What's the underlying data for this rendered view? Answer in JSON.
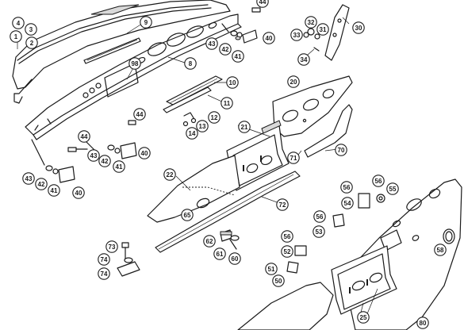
{
  "diagram": {
    "type": "exploded-parts-diagram",
    "callouts": [
      {
        "id": "c4",
        "label": "4"
      },
      {
        "id": "c3",
        "label": "3"
      },
      {
        "id": "c2",
        "label": "2"
      },
      {
        "id": "c1",
        "label": "1"
      },
      {
        "id": "c9",
        "label": "9"
      },
      {
        "id": "c44a",
        "label": "44"
      },
      {
        "id": "c43a",
        "label": "43"
      },
      {
        "id": "c42a",
        "label": "42"
      },
      {
        "id": "c41a",
        "label": "41"
      },
      {
        "id": "c40a",
        "label": "40"
      },
      {
        "id": "c8",
        "label": "8"
      },
      {
        "id": "c98",
        "label": "98"
      },
      {
        "id": "c10",
        "label": "10"
      },
      {
        "id": "c11",
        "label": "11"
      },
      {
        "id": "c12",
        "label": "12"
      },
      {
        "id": "c13",
        "label": "13"
      },
      {
        "id": "c14",
        "label": "14"
      },
      {
        "id": "c44b",
        "label": "44"
      },
      {
        "id": "c44c",
        "label": "44"
      },
      {
        "id": "c43b",
        "label": "43"
      },
      {
        "id": "c42b",
        "label": "42"
      },
      {
        "id": "c41b",
        "label": "41"
      },
      {
        "id": "c40b",
        "label": "40"
      },
      {
        "id": "c43c",
        "label": "43"
      },
      {
        "id": "c42c",
        "label": "42"
      },
      {
        "id": "c41c",
        "label": "41"
      },
      {
        "id": "c40c",
        "label": "40"
      },
      {
        "id": "c32",
        "label": "32"
      },
      {
        "id": "c31",
        "label": "31"
      },
      {
        "id": "c33",
        "label": "33"
      },
      {
        "id": "c30",
        "label": "30"
      },
      {
        "id": "c34",
        "label": "34"
      },
      {
        "id": "c20",
        "label": "20"
      },
      {
        "id": "c21",
        "label": "21"
      },
      {
        "id": "c70",
        "label": "70"
      },
      {
        "id": "c71",
        "label": "71"
      },
      {
        "id": "c22",
        "label": "22"
      },
      {
        "id": "c65",
        "label": "65"
      },
      {
        "id": "c72",
        "label": "72"
      },
      {
        "id": "c56a",
        "label": "56"
      },
      {
        "id": "c56b",
        "label": "56"
      },
      {
        "id": "c55",
        "label": "55"
      },
      {
        "id": "c54",
        "label": "54"
      },
      {
        "id": "c56c",
        "label": "56"
      },
      {
        "id": "c53",
        "label": "53"
      },
      {
        "id": "c56d",
        "label": "56"
      },
      {
        "id": "c52",
        "label": "52"
      },
      {
        "id": "c51",
        "label": "51"
      },
      {
        "id": "c50",
        "label": "50"
      },
      {
        "id": "c58",
        "label": "58"
      },
      {
        "id": "c62",
        "label": "62"
      },
      {
        "id": "c61",
        "label": "61"
      },
      {
        "id": "c60",
        "label": "60"
      },
      {
        "id": "c73",
        "label": "73"
      },
      {
        "id": "c74a",
        "label": "74"
      },
      {
        "id": "c74b",
        "label": "74"
      },
      {
        "id": "c25",
        "label": "25"
      },
      {
        "id": "c80",
        "label": "80"
      }
    ]
  }
}
